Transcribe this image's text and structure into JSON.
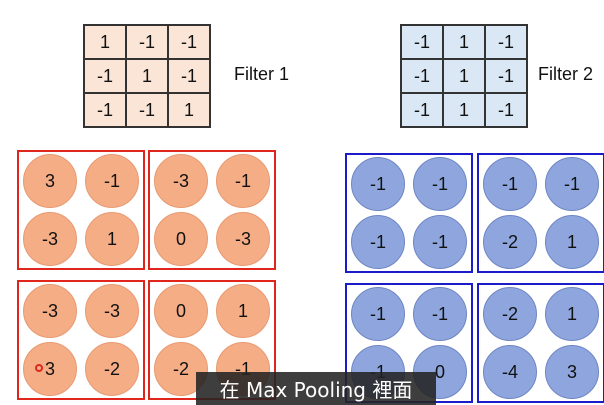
{
  "filter1": {
    "label": "Filter 1",
    "cells": [
      "1",
      "-1",
      "-1",
      "-1",
      "1",
      "-1",
      "-1",
      "-1",
      "1"
    ],
    "color": "#fbe5d6"
  },
  "filter2": {
    "label": "Filter 2",
    "cells": [
      "-1",
      "1",
      "-1",
      "-1",
      "1",
      "-1",
      "-1",
      "1",
      "-1"
    ],
    "color": "#dae8f5"
  },
  "feature_map1": {
    "color": "#e0261c",
    "groups": [
      [
        "3",
        "-1",
        "-3",
        "1"
      ],
      [
        "-3",
        "-1",
        "0",
        "-3"
      ],
      [
        "-3",
        "-3",
        "3",
        "-2"
      ],
      [
        "0",
        "1",
        "-2",
        "-1"
      ]
    ]
  },
  "feature_map2": {
    "color": "#1b1bc9",
    "groups": [
      [
        "-1",
        "-1",
        "-1",
        "-1"
      ],
      [
        "-1",
        "-1",
        "-2",
        "1"
      ],
      [
        "-1",
        "-1",
        "-1",
        "0"
      ],
      [
        "-2",
        "1",
        "-4",
        "3"
      ]
    ]
  },
  "caption": "在 Max Pooling 裡面"
}
